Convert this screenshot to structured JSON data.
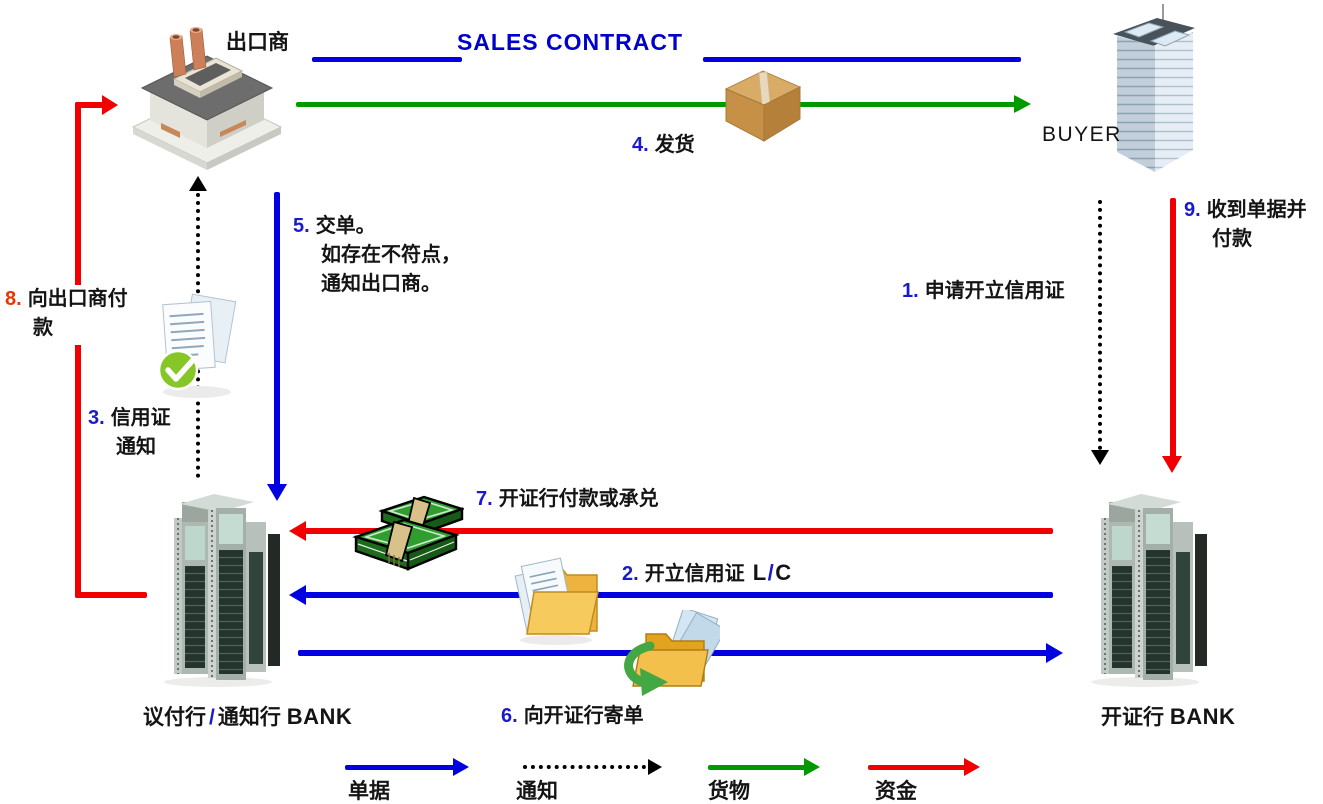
{
  "title": {
    "sales_contract": "SALES CONTRACT"
  },
  "actors": {
    "exporter": {
      "label": "出口商",
      "icon": "factory-icon"
    },
    "buyer": {
      "label": "BUYER",
      "icon": "office-tower-icon"
    },
    "advising_bank": {
      "part1": "议付行",
      "slash": "/",
      "part2": "通知行",
      "bank_word": "BANK",
      "icon": "bank-tower-icon"
    },
    "issuing_bank": {
      "name": "开证行",
      "bank_word": "BANK",
      "icon": "bank-tower-icon"
    }
  },
  "steps": {
    "s1": {
      "num": "1.",
      "text": "申请开立信用证"
    },
    "s2": {
      "num": "2.",
      "text": "开立信用证",
      "lc_left": "L",
      "lc_slash": "/",
      "lc_right": "C"
    },
    "s3": {
      "num": "3.",
      "line1": "信用证",
      "line2": "通知"
    },
    "s4": {
      "num": "4.",
      "text": "发货"
    },
    "s5": {
      "num": "5.",
      "line1": "交单。",
      "line2": "如存在不符点，",
      "line3": "通知出口商。"
    },
    "s6": {
      "num": "6.",
      "text": "向开证行寄单"
    },
    "s7": {
      "num": "7.",
      "text": "开证行付款或承兑"
    },
    "s8": {
      "num": "8.",
      "line1": "向出口商付",
      "line2": "款"
    },
    "s9": {
      "num": "9.",
      "line1": "收到单据并",
      "line2": "付款"
    }
  },
  "legend": {
    "documents": {
      "label": "单据",
      "color": "#0000e0",
      "style": "solid-blue-arrow"
    },
    "notice": {
      "label": "通知",
      "color": "#000000",
      "style": "dotted-black-arrow"
    },
    "goods": {
      "label": "货物",
      "color": "#009a00",
      "style": "solid-green-arrow"
    },
    "funds": {
      "label": "资金",
      "color": "#f00000",
      "style": "solid-red-arrow"
    }
  },
  "colors": {
    "documents_blue": "#0000e0",
    "goods_green": "#009a00",
    "funds_red": "#f00000",
    "notice_black": "#000000",
    "step_number_blue": "#1a1acc",
    "step8_number_red": "#e83600",
    "sales_contract_blue": "#0000cc"
  }
}
